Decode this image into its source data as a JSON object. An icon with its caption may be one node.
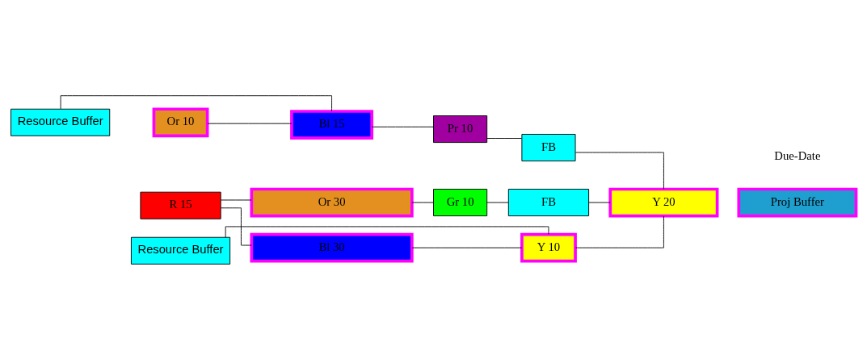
{
  "diagram": {
    "nodes": [
      {
        "text": [
          "Resource Buffer"
        ]
      },
      {
        "text": [
          "Or 10"
        ]
      },
      {
        "text": [
          "Bl 15"
        ]
      },
      {
        "text": [
          "Pr 10"
        ]
      },
      {
        "text": [
          "FB"
        ]
      },
      {
        "text": [
          "R 15"
        ]
      },
      {
        "text": [
          "Or 30"
        ]
      },
      {
        "text": [
          "Gr 10"
        ]
      },
      {
        "text": [
          "FB"
        ]
      },
      {
        "text": [
          "Bl 30"
        ]
      },
      {
        "text": [
          "Y 10"
        ]
      },
      {
        "text": [
          "Y 20"
        ]
      },
      {
        "text": [
          "Proj Buffer"
        ]
      },
      {
        "text": [
          "Resource Buffer"
        ]
      }
    ],
    "edges": [
      {
        "from": 1,
        "to": 2,
        "arrow": "none"
      },
      {
        "from": 2,
        "to": 3,
        "arrow": "none"
      },
      {
        "from": 3,
        "to": 4,
        "arrow": "none"
      },
      {
        "from": 4,
        "to": 11,
        "arrow": "none"
      },
      {
        "from": 5,
        "to": 6,
        "arrow": "none"
      },
      {
        "from": 6,
        "to": 7,
        "arrow": "none"
      },
      {
        "from": 7,
        "to": 8,
        "arrow": "none"
      },
      {
        "from": 8,
        "to": 11,
        "arrow": "none"
      },
      {
        "from": 5,
        "to": 9,
        "arrow": "none"
      },
      {
        "from": 9,
        "to": 10,
        "arrow": "none"
      },
      {
        "from": 10,
        "to": 11,
        "arrow": "none"
      },
      {
        "from": 0,
        "to": 2,
        "arrow": "none"
      },
      {
        "from": 13,
        "to": 10,
        "arrow": "none"
      }
    ],
    "labels": [
      "Due-Date"
    ]
  }
}
